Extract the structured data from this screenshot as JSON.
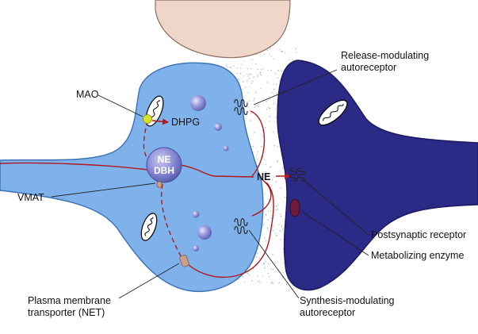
{
  "labels": {
    "release_modulating": [
      "Release-modulating",
      "autoreceptor"
    ],
    "mao": "MAO",
    "dhpg": "DHPG",
    "ne_vesicle": "NE",
    "dbh": "DBH",
    "ne_cleft": "NE",
    "vmat": "VMAT",
    "postsynaptic_receptor": "Postsynaptic receptor",
    "metabolizing_enzyme": "Metabolizing enzyme",
    "plasma_membrane": [
      "Plasma membrane",
      "transporter (NET)"
    ],
    "synthesis_modulating": [
      "Synthesis-modulating",
      "autoreceptor"
    ]
  },
  "colors": {
    "presynaptic_terminal": "#7fb2ea",
    "postsynaptic_cell": "#2b2a86",
    "upper_cell": "#efd6c8",
    "pathway": "#b0181c",
    "vesicle": "#8d8fd6",
    "mao_enzyme": "#d7e22a",
    "metabolizing_enzyme": "#6e1a3c",
    "transporter": "#c8a08c"
  },
  "icons": [
    "mitochondrion-icon",
    "receptor-icon",
    "vesicle-icon",
    "transporter-icon"
  ]
}
